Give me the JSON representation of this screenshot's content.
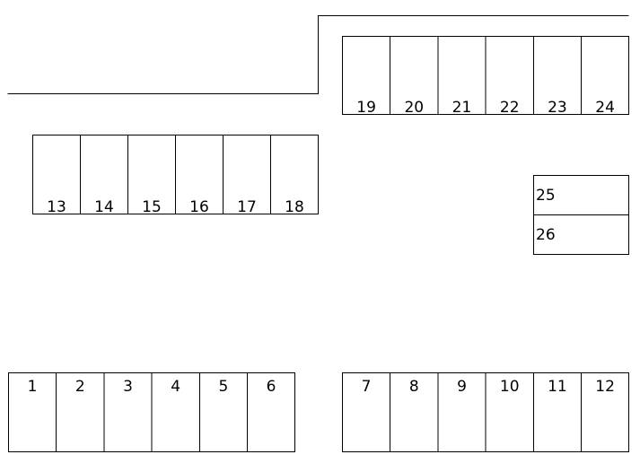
{
  "diagram": {
    "type": "parking-lot-layout",
    "colors": {
      "background": "#ffffff",
      "line": "#000000",
      "text": "#000000"
    },
    "stalls": {
      "row_bottom_left": [
        "1",
        "2",
        "3",
        "4",
        "5",
        "6"
      ],
      "row_bottom_right": [
        "7",
        "8",
        "9",
        "10",
        "11",
        "12"
      ],
      "row_middle_left": [
        "13",
        "14",
        "15",
        "16",
        "17",
        "18"
      ],
      "row_top_right": [
        "19",
        "20",
        "21",
        "22",
        "23",
        "24"
      ],
      "column_right": [
        "25",
        "26"
      ]
    }
  }
}
